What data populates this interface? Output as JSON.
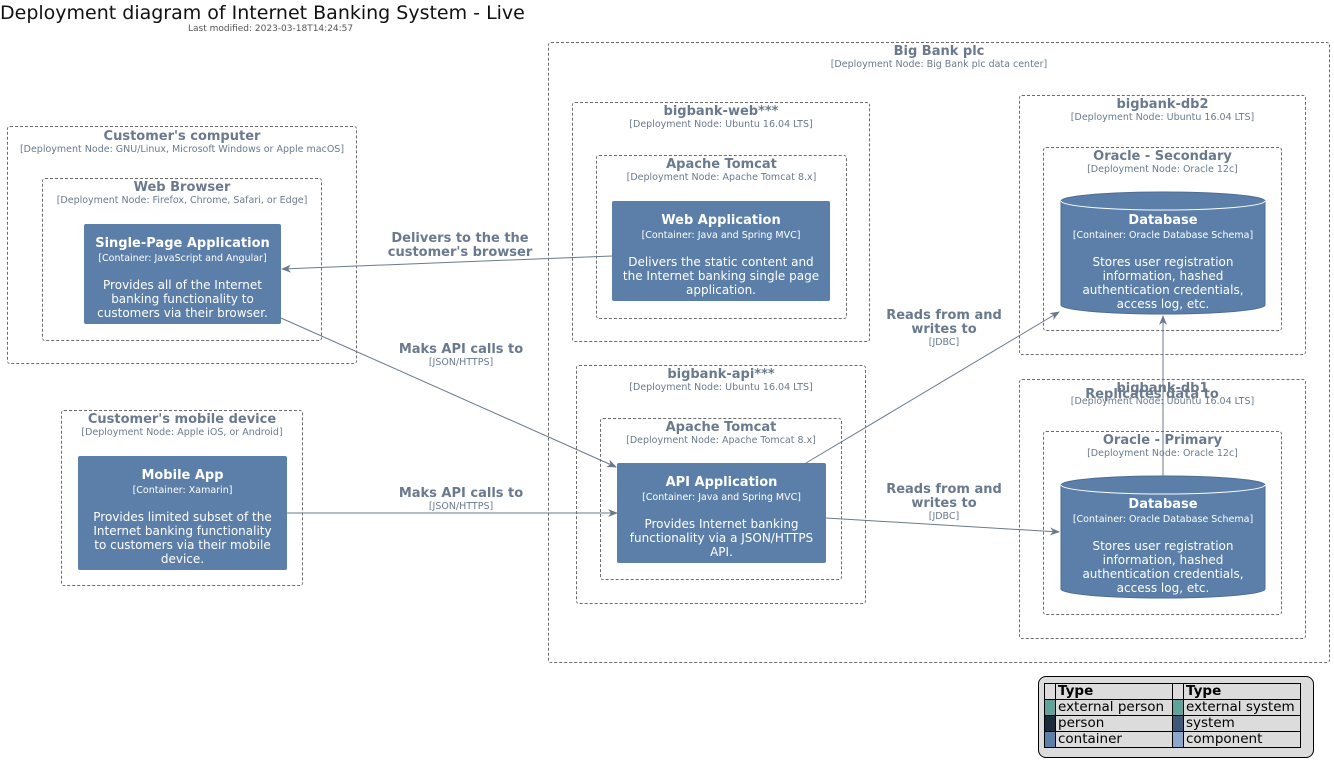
{
  "title": "Deployment diagram of Internet Banking System - Live",
  "subtitle": "Last modified: 2023-03-18T14:24:57",
  "nodes": {
    "customers_computer": {
      "title": "Customer's computer",
      "sub": "[Deployment Node: GNU/Linux, Microsoft Windows or Apple macOS]"
    },
    "web_browser": {
      "title": "Web Browser",
      "sub": "[Deployment Node: Firefox, Chrome, Safari, or Edge]"
    },
    "mobile_device": {
      "title": "Customer's mobile device",
      "sub": "[Deployment Node: Apple iOS, or Android]"
    },
    "big_bank": {
      "title": "Big Bank plc",
      "sub": "[Deployment Node: Big Bank plc data center]"
    },
    "bigbank_web": {
      "title": "bigbank-web***",
      "sub": "[Deployment Node: Ubuntu 16.04 LTS]"
    },
    "tomcat_web": {
      "title": "Apache Tomcat",
      "sub": "[Deployment Node: Apache Tomcat 8.x]"
    },
    "bigbank_api": {
      "title": "bigbank-api***",
      "sub": "[Deployment Node: Ubuntu 16.04 LTS]"
    },
    "tomcat_api": {
      "title": "Apache Tomcat",
      "sub": "[Deployment Node: Apache Tomcat 8.x]"
    },
    "bigbank_db2": {
      "title": "bigbank-db2",
      "sub": "[Deployment Node: Ubuntu 16.04 LTS]"
    },
    "oracle_secondary": {
      "title": "Oracle - Secondary",
      "sub": "[Deployment Node: Oracle 12c]"
    },
    "bigbank_db1": {
      "title": "bigbank-db1",
      "sub": "[Deployment Node: Ubuntu 16.04 LTS]"
    },
    "oracle_primary": {
      "title": "Oracle - Primary",
      "sub": "[Deployment Node: Oracle 12c]"
    }
  },
  "containers": {
    "spa": {
      "title": "Single-Page Application",
      "sub": "[Container: JavaScript and Angular]",
      "desc": "Provides all of the Internet banking functionality to customers via their browser."
    },
    "mobile": {
      "title": "Mobile App",
      "sub": "[Container: Xamarin]",
      "desc": "Provides limited subset of the Internet banking functionality to customers via their mobile device."
    },
    "web": {
      "title": "Web Application",
      "sub": "[Container: Java and Spring MVC]",
      "desc": "Delivers the static content and the Internet banking single page application."
    },
    "api": {
      "title": "API Application",
      "sub": "[Container: Java and Spring MVC]",
      "desc": "Provides Internet banking functionality via a JSON/HTTPS API."
    },
    "db_secondary": {
      "title": "Database",
      "sub": "[Container: Oracle Database Schema]",
      "desc": "Stores user registration information, hashed authentication credentials, access log, etc."
    },
    "db_primary": {
      "title": "Database",
      "sub": "[Container: Oracle Database Schema]",
      "desc": "Stores user registration information, hashed authentication credentials, access log, etc."
    }
  },
  "edges": {
    "web_spa": {
      "label": "Delivers to the the customer's browser",
      "tech": ""
    },
    "spa_api": {
      "label": "Maks API calls to",
      "tech": "[JSON/HTTPS]"
    },
    "mobile_api": {
      "label": "Maks API calls to",
      "tech": "[JSON/HTTPS]"
    },
    "api_db2": {
      "label": "Reads from and writes to",
      "tech": "[JDBC]"
    },
    "api_db1": {
      "label": "Reads from and writes to",
      "tech": "[JDBC]"
    },
    "db1_db2": {
      "label": "Replicates data to",
      "tech": ""
    }
  },
  "legend": {
    "header": "Type",
    "left": [
      {
        "label": "external person",
        "color": "#5fa39a"
      },
      {
        "label": "person",
        "color": "#1c2b3c"
      },
      {
        "label": "container",
        "color": "#5b7fa9"
      }
    ],
    "right": [
      {
        "label": "external system",
        "color": "#5fa39a"
      },
      {
        "label": "system",
        "color": "#3f5878"
      },
      {
        "label": "component",
        "color": "#8ba7cc"
      }
    ]
  },
  "colors": {
    "container": "#5b7fa9",
    "edge": "#6a7a8e",
    "node_border": "#6b6b6b"
  }
}
